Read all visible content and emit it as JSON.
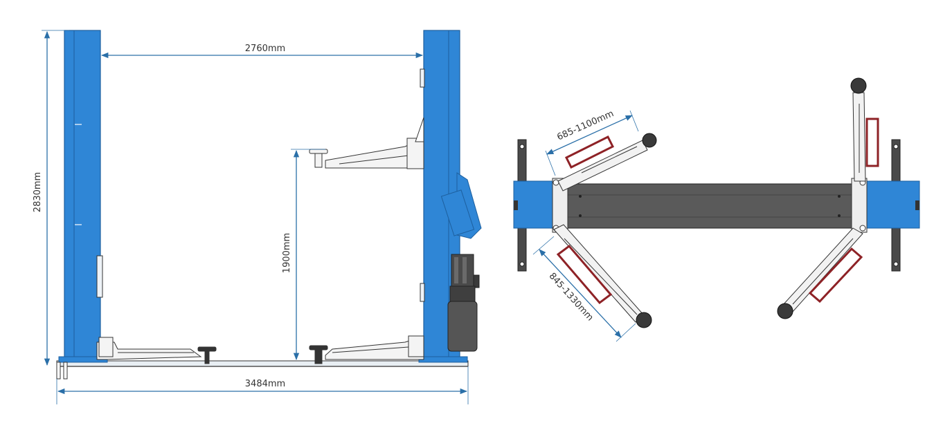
{
  "front_view": {
    "inner_width_label": "2760mm",
    "overall_height_label": "2830mm",
    "lift_height_label": "1900mm",
    "overall_width_label": "3484mm"
  },
  "top_view": {
    "short_arm_range_label": "685-1100mm",
    "long_arm_range_label": "845-1330mm"
  },
  "colors": {
    "column_blue": "#2f86d6",
    "column_edge": "#1d5f9e",
    "dimension_line": "#2a6fa8",
    "arm_pad_red": "#8e2226",
    "platform_gray": "#5a5a5a",
    "outline": "#333333"
  }
}
